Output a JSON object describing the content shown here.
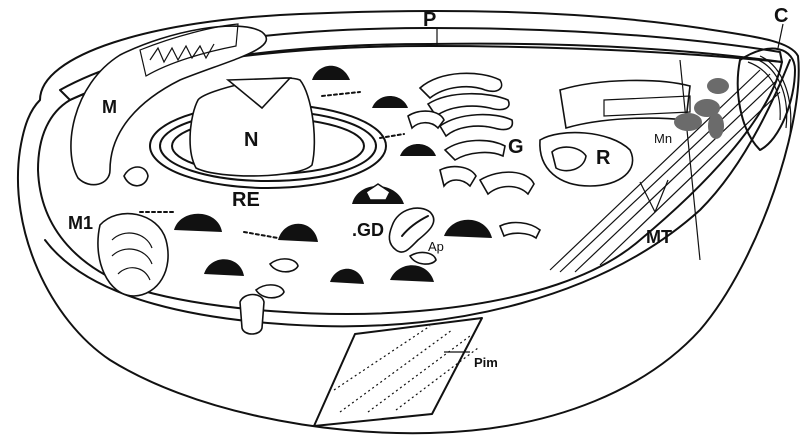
{
  "labels": {
    "P": "P",
    "C": "C",
    "M": "M",
    "N": "N",
    "G": "G",
    "R": "R",
    "Mn": "Mn",
    "RE": "RE",
    "M1": "M1",
    "GD": ".GD",
    "Ap": "Ap",
    "MT": "MT",
    "Pim": "Pim"
  },
  "colors": {
    "ink": "#111111",
    "background": "#ffffff",
    "mn_granule": "#6b6b6b"
  }
}
